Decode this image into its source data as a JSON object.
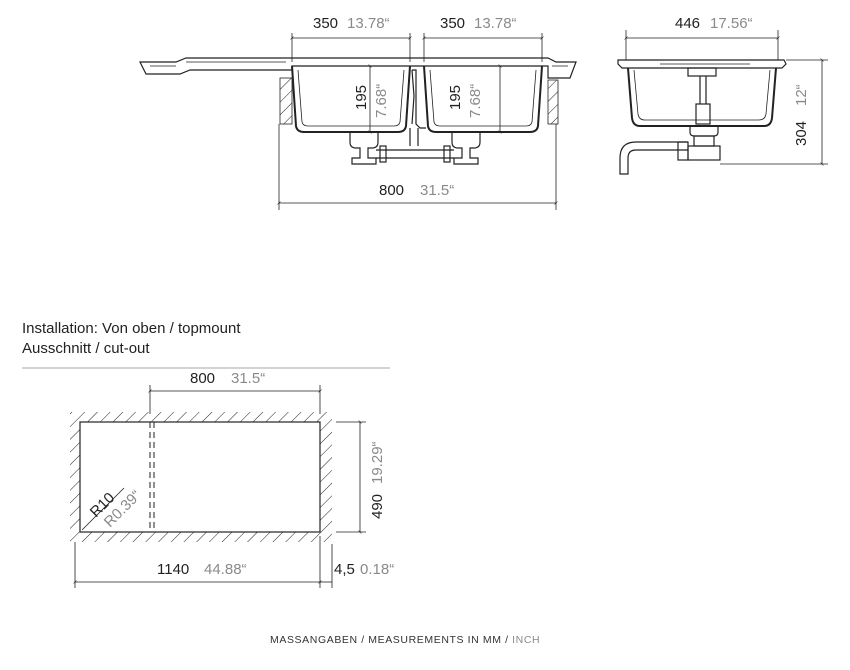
{
  "top_view": {
    "bowl_left_mm": "350",
    "bowl_left_in": "13.78“",
    "bowl_right_mm": "350",
    "bowl_right_in": "13.78“",
    "depth_left_mm": "195",
    "depth_left_in": "7.68“",
    "depth_right_mm": "195",
    "depth_right_in": "7.68“",
    "overall_mm": "800",
    "overall_in": "31.5“"
  },
  "side_view": {
    "width_mm": "446",
    "width_in": "17.56“",
    "height_mm": "304",
    "height_in": "12“"
  },
  "installation": {
    "title": "Installation: Von oben / topmount",
    "subtitle": "Ausschnitt / cut-out"
  },
  "cutout": {
    "width_mm": "800",
    "width_in": "31.5“",
    "depth_mm": "490",
    "depth_in": "19.29“",
    "radius_mm": "R10",
    "radius_in": "R0.39“",
    "total_mm": "1140",
    "total_in": "44.88“",
    "edge_mm": "4,5",
    "edge_in": "0.18“"
  },
  "footer": {
    "text_dark": "MASSANGABEN / MEASUREMENTS IN MM / ",
    "text_light": "INCH"
  },
  "colors": {
    "line": "#222222",
    "imperial_text": "#8a8a8a"
  }
}
